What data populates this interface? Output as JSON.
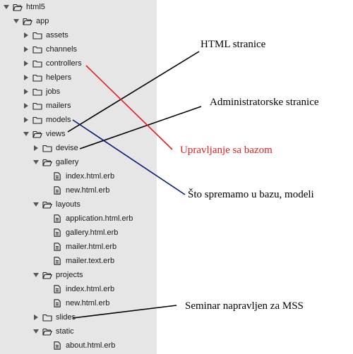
{
  "tree": [
    {
      "label": "html5",
      "kind": "folder",
      "open": true,
      "depth": 0
    },
    {
      "label": "app",
      "kind": "folder",
      "open": true,
      "depth": 1
    },
    {
      "label": "assets",
      "kind": "folder",
      "open": false,
      "depth": 2
    },
    {
      "label": "channels",
      "kind": "folder",
      "open": false,
      "depth": 2
    },
    {
      "label": "controllers",
      "kind": "folder",
      "open": false,
      "depth": 2
    },
    {
      "label": "helpers",
      "kind": "folder",
      "open": false,
      "depth": 2
    },
    {
      "label": "jobs",
      "kind": "folder",
      "open": false,
      "depth": 2
    },
    {
      "label": "mailers",
      "kind": "folder",
      "open": false,
      "depth": 2
    },
    {
      "label": "models",
      "kind": "folder",
      "open": false,
      "depth": 2
    },
    {
      "label": "views",
      "kind": "folder",
      "open": true,
      "depth": 2
    },
    {
      "label": "devise",
      "kind": "folder",
      "open": false,
      "depth": 3
    },
    {
      "label": "gallery",
      "kind": "folder",
      "open": true,
      "depth": 3
    },
    {
      "label": "index.html.erb",
      "kind": "file",
      "depth": 4
    },
    {
      "label": "new.html.erb",
      "kind": "file",
      "depth": 4
    },
    {
      "label": "layouts",
      "kind": "folder",
      "open": true,
      "depth": 3
    },
    {
      "label": "application.html.erb",
      "kind": "file",
      "depth": 4
    },
    {
      "label": "gallery.html.erb",
      "kind": "file",
      "depth": 4
    },
    {
      "label": "mailer.html.erb",
      "kind": "file",
      "depth": 4
    },
    {
      "label": "mailer.text.erb",
      "kind": "file",
      "depth": 4
    },
    {
      "label": "projects",
      "kind": "folder",
      "open": true,
      "depth": 3
    },
    {
      "label": "index.html.erb",
      "kind": "file",
      "depth": 4
    },
    {
      "label": "new.html.erb",
      "kind": "file",
      "depth": 4
    },
    {
      "label": "slides",
      "kind": "folder",
      "open": false,
      "depth": 3
    },
    {
      "label": "static",
      "kind": "folder",
      "open": true,
      "depth": 3
    },
    {
      "label": "about.html.erb",
      "kind": "file",
      "depth": 4
    }
  ],
  "annotations": {
    "html_pages": {
      "text": "HTML stranice",
      "color": "#000000"
    },
    "admin_pages": {
      "text": "Administratorske stranice",
      "color": "#000000"
    },
    "database_management": {
      "text": "Upravljanje sa bazom",
      "color": "#e02020"
    },
    "stored_in_database": {
      "text": "Što spremamo u bazu, modeli",
      "color": "#0a1a80"
    },
    "seminar": {
      "text": "Seminar napravljen za MSS",
      "color": "#000000"
    }
  },
  "colors": {
    "sidebar_bg": "#e6e6e6",
    "pointer_black": "#000000",
    "pointer_red": "#e02020",
    "pointer_blue": "#0a1a80"
  }
}
